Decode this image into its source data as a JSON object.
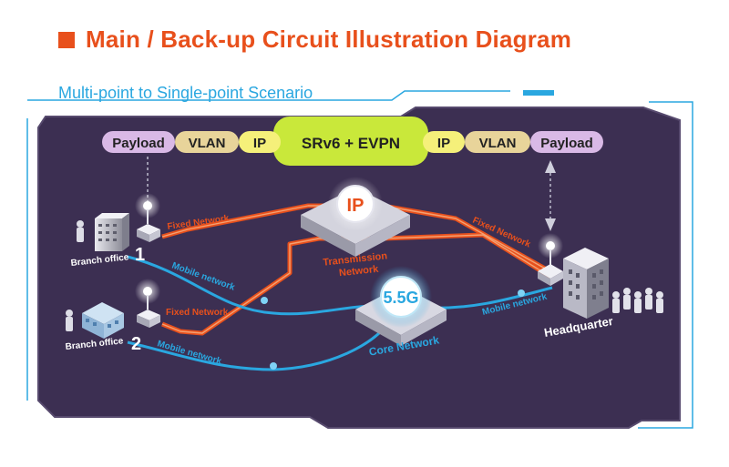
{
  "header": {
    "title": "Main / Back-up Circuit Illustration Diagram",
    "subtitle": "Multi-point to Single-point Scenario"
  },
  "packet": {
    "left": [
      "Payload",
      "VLAN",
      "IP"
    ],
    "center": "SRv6 + EVPN",
    "right": [
      "IP",
      "VLAN",
      "Payload"
    ]
  },
  "nodes": {
    "transmission": {
      "badge": "IP",
      "label_line1": "Transmission",
      "label_line2": "Network"
    },
    "core": {
      "badge": "5.5G",
      "label": "Core Network"
    },
    "branch1": {
      "label": "Branch office",
      "number": "1"
    },
    "branch2": {
      "label": "Branch office",
      "number": "2"
    },
    "headquarter": {
      "label": "Headquarter"
    }
  },
  "links": {
    "fixed1": "Fixed Network",
    "fixed2": "Fixed Network",
    "fixed_hq": "Fixed Network",
    "mobile1": "Mobile network",
    "mobile2": "Mobile network",
    "mobile_hq": "Mobile network"
  },
  "colors": {
    "accent": "#e8501c",
    "mobile": "#2aa7e0",
    "panel": "#3c2f52",
    "pill_purple": "#d9b9e6",
    "pill_tan": "#e8d49a",
    "pill_yellow": "#f5f07a",
    "pill_green": "#c9e83a"
  }
}
